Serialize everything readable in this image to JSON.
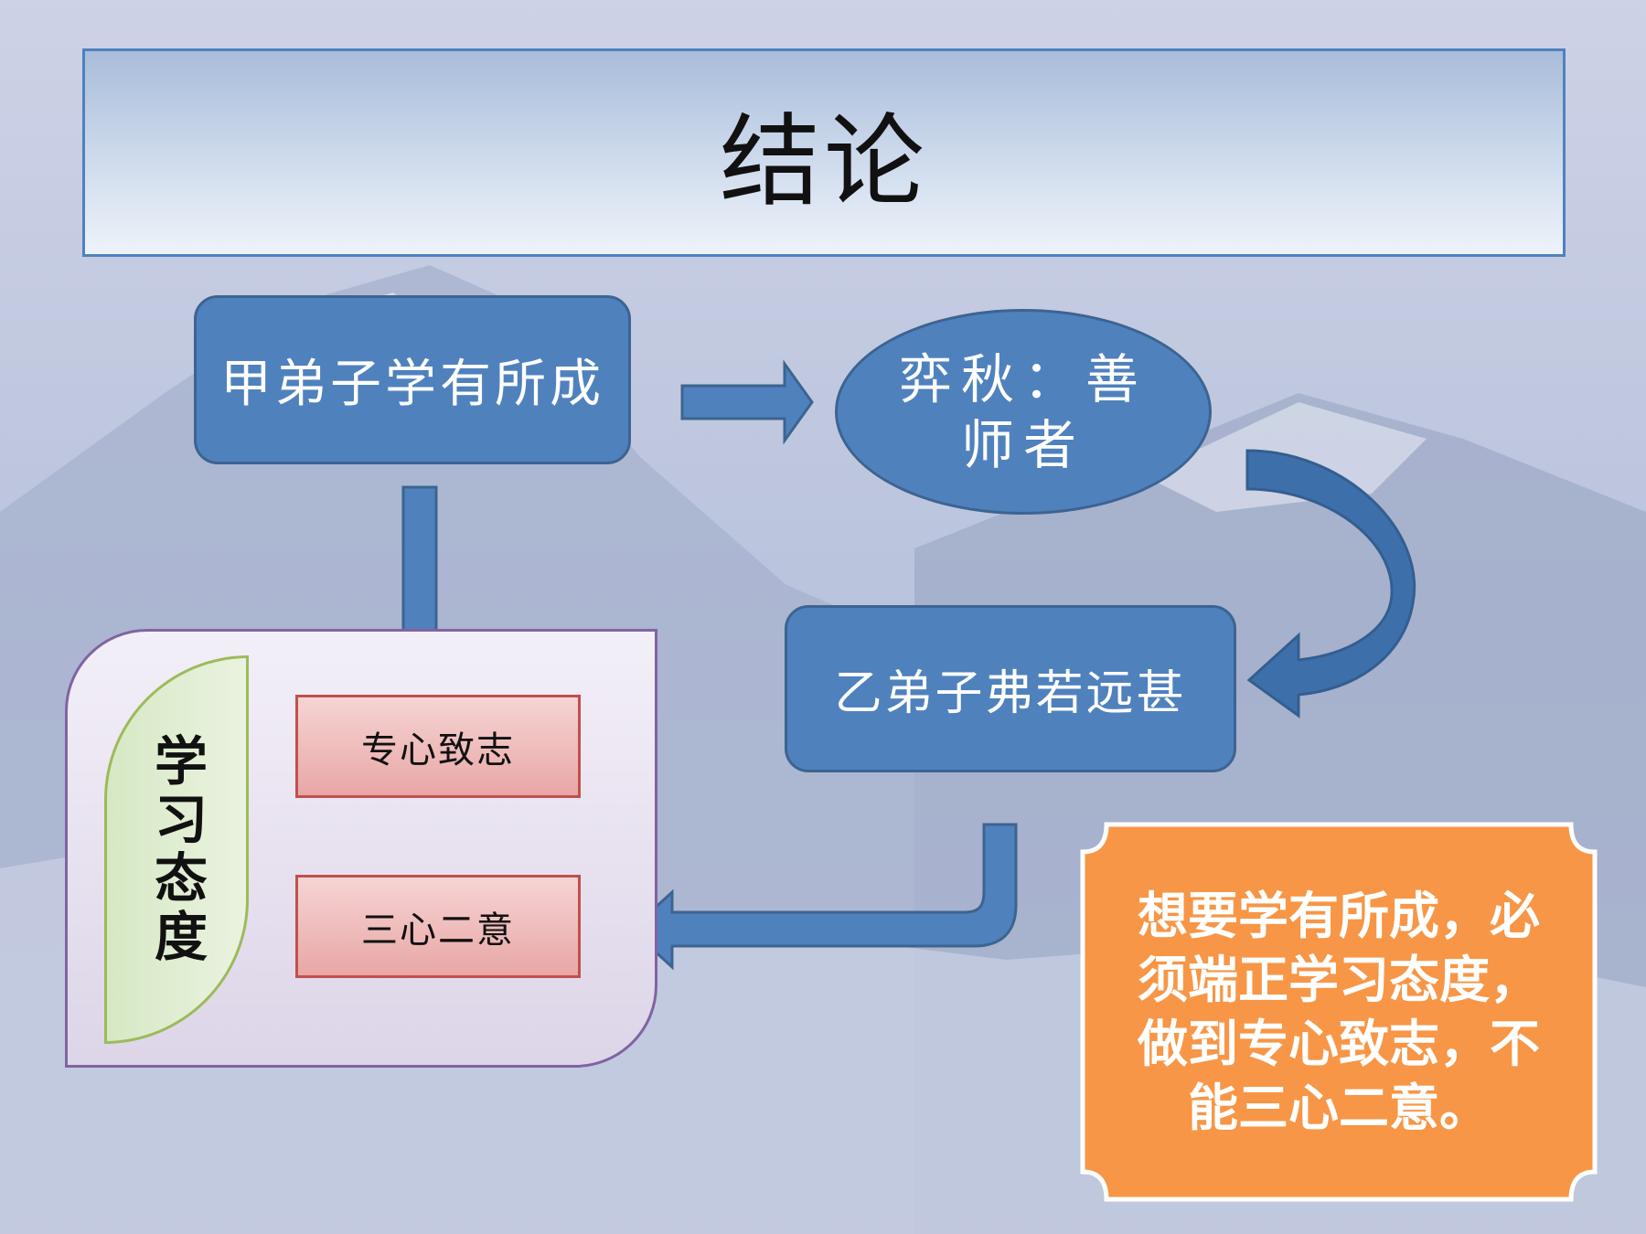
{
  "title": "结论",
  "nodes": {
    "student_a": "甲弟子学有所成",
    "teacher": "弈秋：善师者",
    "student_b": "乙弟子弗若远甚"
  },
  "attitude": {
    "label": "学习态度",
    "items": [
      "专心致志",
      "三心二意"
    ]
  },
  "conclusion": "想要学有所成，必须端正学习态度，做到专心致志，不能三心二意。",
  "colors": {
    "node_fill": "#4f81bd",
    "conclusion_fill": "#f79646",
    "pill_border": "#c0504d",
    "oval_border": "#9bbb59",
    "box_border": "#8064a2"
  }
}
